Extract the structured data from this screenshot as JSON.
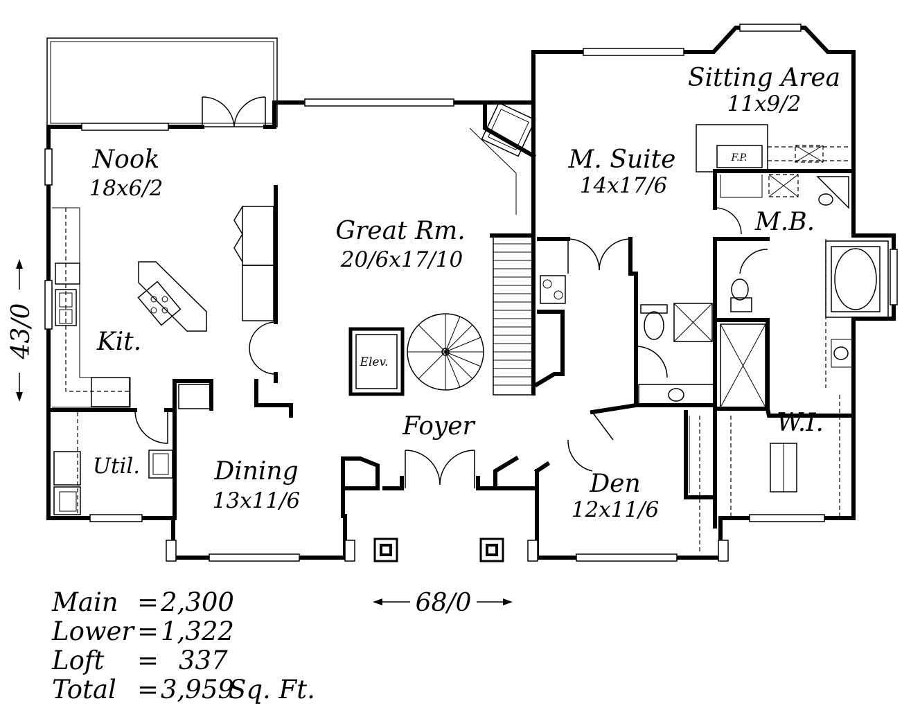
{
  "rooms": {
    "nook": {
      "name": "Nook",
      "size": "18x6/2"
    },
    "kitchen": {
      "name": "Kit."
    },
    "utility": {
      "name": "Util."
    },
    "great": {
      "name": "Great Rm.",
      "size": "20/6x17/10"
    },
    "elevator": {
      "name": "Elev."
    },
    "dining": {
      "name": "Dining",
      "size": "13x11/6"
    },
    "foyer": {
      "name": "Foyer"
    },
    "den": {
      "name": "Den",
      "size": "12x11/6"
    },
    "suite": {
      "name": "M. Suite",
      "size": "14x17/6"
    },
    "sitting": {
      "name": "Sitting Area",
      "size": "11x9/2"
    },
    "fireplace": {
      "name": "F.P."
    },
    "bath": {
      "name": "M.B."
    },
    "closet": {
      "name": "W.I."
    }
  },
  "dimensions": {
    "depth": "43/0",
    "width": "68/0"
  },
  "area_summary": [
    {
      "label": "Main",
      "eq": "=",
      "value": "2,300",
      "unit": ""
    },
    {
      "label": "Lower",
      "eq": "=",
      "value": "1,322",
      "unit": ""
    },
    {
      "label": "Loft",
      "eq": "=",
      "value": "337",
      "unit": ""
    },
    {
      "label": "Total",
      "eq": "=",
      "value": "3,959",
      "unit": "Sq. Ft."
    }
  ]
}
